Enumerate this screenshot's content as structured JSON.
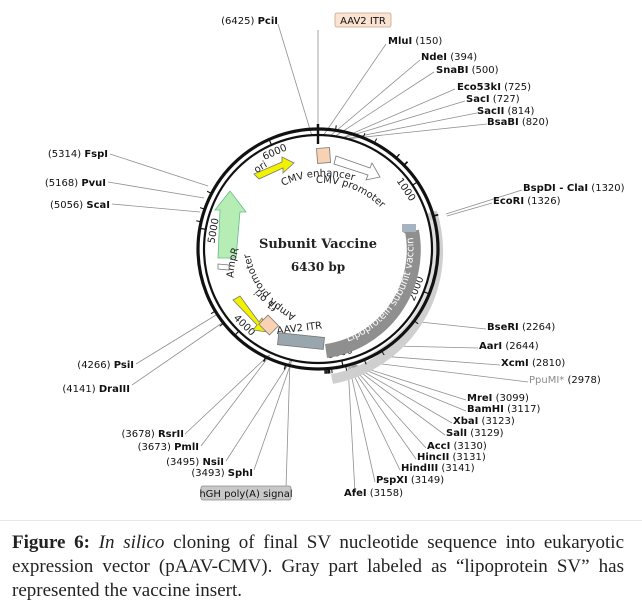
{
  "plasmid": {
    "name": "Subunit Vaccine",
    "size_label": "6430 bp",
    "length": 6430,
    "ticks": [
      {
        "pos": 1000,
        "label": "1000"
      },
      {
        "pos": 2000,
        "label": "2000"
      },
      {
        "pos": 3000,
        "label": "3000"
      },
      {
        "pos": 4000,
        "label": "4000"
      },
      {
        "pos": 5000,
        "label": "5000"
      },
      {
        "pos": 6000,
        "label": "6000"
      }
    ]
  },
  "features": [
    {
      "id": "ori-top",
      "label": "ori",
      "color": "#f2f200",
      "type": "arrow"
    },
    {
      "id": "cmv-enhancer",
      "label": "CMV enhancer",
      "color": "#ffffff",
      "type": "arrow"
    },
    {
      "id": "cmv-promoter",
      "label": "CMV promoter",
      "color": "#ffffff",
      "type": "arrow"
    },
    {
      "id": "ampr",
      "label": "AmpR",
      "color": "#b5edb5",
      "type": "arrow"
    },
    {
      "id": "ampr-promoter",
      "label": "AmpR promoter",
      "color": "#ffffff",
      "type": "arrow"
    },
    {
      "id": "f1-ori",
      "label": "f1 ori",
      "color": "#f2f200",
      "type": "arrow"
    },
    {
      "id": "aav2-itr-inner",
      "label": "AAV2 ITR",
      "color": "#f9d2b4",
      "type": "box"
    },
    {
      "id": "lipoprotein",
      "label": "Lipoprotein subunit vaccine",
      "color": "#9a9a9a",
      "type": "arc"
    }
  ],
  "boxed_labels": [
    {
      "id": "aav2-itr-top",
      "text": "AAV2 ITR",
      "color": "#fbe3d2"
    },
    {
      "id": "hgh-polya",
      "text": "hGH poly(A) signal",
      "color": "#c8c8c8"
    }
  ],
  "sites": [
    {
      "id": "pcii",
      "name": "PciI",
      "pos": "6425",
      "grey": false
    },
    {
      "id": "mlui",
      "name": "MluI",
      "pos": "150",
      "grey": false
    },
    {
      "id": "ndei",
      "name": "NdeI",
      "pos": "394",
      "grey": false
    },
    {
      "id": "snabi",
      "name": "SnaBI",
      "pos": "500",
      "grey": false
    },
    {
      "id": "eco53ki",
      "name": "Eco53kI",
      "pos": "725",
      "grey": false
    },
    {
      "id": "saci",
      "name": "SacI",
      "pos": "727",
      "grey": false
    },
    {
      "id": "sacii",
      "name": "SacII",
      "pos": "814",
      "grey": false
    },
    {
      "id": "bsabi",
      "name": "BsaBI",
      "pos": "820",
      "grey": false
    },
    {
      "id": "bspdi-clai",
      "name": "BspDI - ClaI",
      "pos": "1320",
      "grey": false
    },
    {
      "id": "ecori",
      "name": "EcoRI",
      "pos": "1326",
      "grey": false
    },
    {
      "id": "bseri",
      "name": "BseRI",
      "pos": "2264",
      "grey": false
    },
    {
      "id": "aari",
      "name": "AarI",
      "pos": "2644",
      "grey": false
    },
    {
      "id": "xcmi",
      "name": "XcmI",
      "pos": "2810",
      "grey": false
    },
    {
      "id": "ppumi",
      "name": "PpuMI*",
      "pos": "2978",
      "grey": true
    },
    {
      "id": "mrei",
      "name": "MreI",
      "pos": "3099",
      "grey": false
    },
    {
      "id": "bamhi",
      "name": "BamHI",
      "pos": "3117",
      "grey": false
    },
    {
      "id": "xbai",
      "name": "XbaI",
      "pos": "3123",
      "grey": false
    },
    {
      "id": "sali",
      "name": "SalI",
      "pos": "3129",
      "grey": false
    },
    {
      "id": "acci",
      "name": "AccI",
      "pos": "3130",
      "grey": false
    },
    {
      "id": "hincii",
      "name": "HincII",
      "pos": "3131",
      "grey": false
    },
    {
      "id": "hindiii",
      "name": "HindIII",
      "pos": "3141",
      "grey": false
    },
    {
      "id": "pspxi",
      "name": "PspXI",
      "pos": "3149",
      "grey": false
    },
    {
      "id": "afei",
      "name": "AfeI",
      "pos": "3158",
      "grey": false
    },
    {
      "id": "sphi",
      "name": "SphI",
      "pos": "3493",
      "grey": false
    },
    {
      "id": "nsii",
      "name": "NsiI",
      "pos": "3495",
      "grey": false
    },
    {
      "id": "pmli",
      "name": "PmlI",
      "pos": "3673",
      "grey": false
    },
    {
      "id": "rsrii",
      "name": "RsrII",
      "pos": "3678",
      "grey": false
    },
    {
      "id": "draiii",
      "name": "DraIII",
      "pos": "4141",
      "grey": false
    },
    {
      "id": "psii",
      "name": "PsiI",
      "pos": "4266",
      "grey": false
    },
    {
      "id": "scai",
      "name": "ScaI",
      "pos": "5056",
      "grey": false
    },
    {
      "id": "pvui",
      "name": "PvuI",
      "pos": "5168",
      "grey": false
    },
    {
      "id": "fspi",
      "name": "FspI",
      "pos": "5314",
      "grey": false
    }
  ],
  "caption": {
    "figure_label": "Figure 6:",
    "italic_part": "In silico",
    "text": "cloning of final SV nucleotide sequence into eukaryotic expression vector (pAAV-CMV). Gray part labeled as “lipoprotein SV” has represented the vaccine insert."
  }
}
